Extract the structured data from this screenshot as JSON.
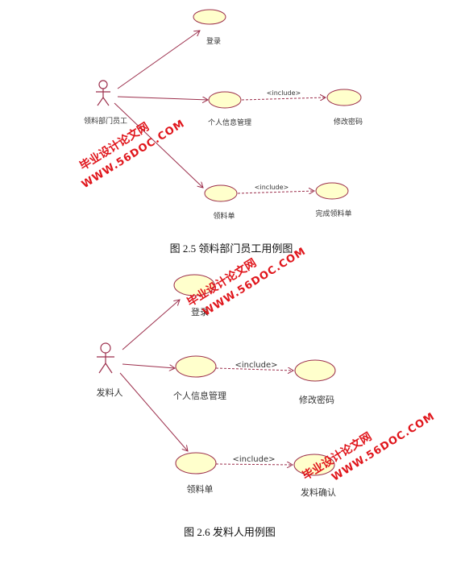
{
  "diagram1": {
    "actor": "领料部门员工",
    "use_cases": {
      "login": "登录",
      "personal_info": "个人信息管理",
      "change_password": "修改密码",
      "requisition": "领料单",
      "complete_requisition": "完成领料单"
    },
    "include_label_1": "<include>",
    "include_label_2": "<include>",
    "caption": "图 2.5 领料部门员工用例图"
  },
  "diagram2": {
    "actor": "发料人",
    "use_cases": {
      "login": "登录",
      "personal_info": "个人信息管理",
      "change_password": "修改密码",
      "requisition": "领料单",
      "confirm_issue": "发料确认"
    },
    "include_label_1": "<include>",
    "include_label_2": "<include>",
    "caption": "图 2.6  发料人用例图"
  },
  "watermark": {
    "line1": "毕业设计论文网",
    "line2": "WWW.56DOC.COM"
  },
  "colors": {
    "use_case_fill": "#ffffcc",
    "line": "#9c2f4c",
    "watermark": "#e0161c"
  }
}
